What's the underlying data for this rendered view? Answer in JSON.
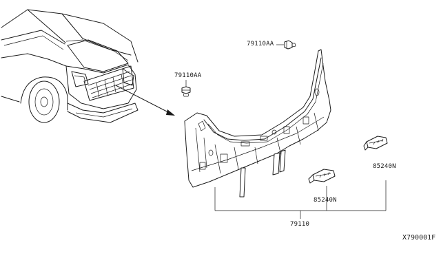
{
  "labels": {
    "bolt_upper": "79110AA",
    "bolt_left": "79110AA",
    "bracket_right": "85240N",
    "bracket_center": "85240N",
    "panel": "79110"
  },
  "diagram_ref": "X790001F"
}
